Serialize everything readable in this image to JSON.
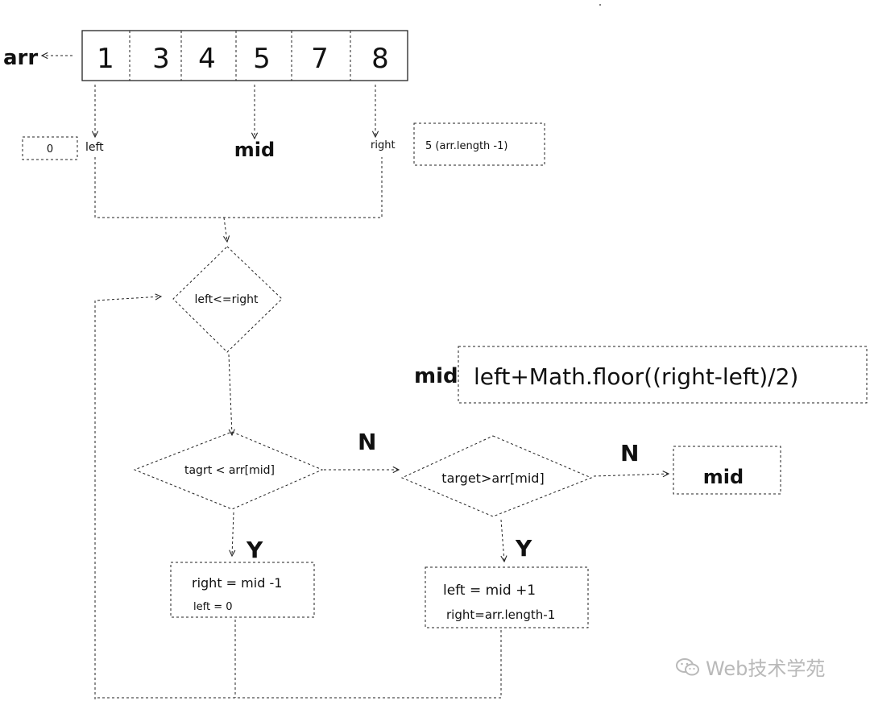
{
  "array": {
    "label": "arr",
    "values": [
      "1",
      "3",
      "4",
      "5",
      "7",
      "8"
    ]
  },
  "pointers": {
    "left": "left",
    "mid": "mid",
    "right": "right",
    "left_value": "0",
    "right_value": "5 (arr.length -1)"
  },
  "formula": {
    "label": "mid",
    "expression": "left+Math.floor((right-left)/2)"
  },
  "nodes": {
    "loop_condition": "left<=right",
    "less_check": "tagrt < arr[mid]",
    "greater_check": "target>arr[mid]",
    "result": "mid",
    "less_action_line1": "right = mid -1",
    "less_action_line2": "left = 0",
    "greater_action_line1": "left = mid +1",
    "greater_action_line2": "right=arr.length-1"
  },
  "branch_labels": {
    "no_1": "N",
    "yes_1": "Y",
    "no_2": "N",
    "yes_2": "Y"
  },
  "watermark": {
    "text": "Web技术学苑",
    "icon": "wechat-icon"
  },
  "colors": {
    "stroke": "#222222",
    "watermark": "#b9b9b9"
  }
}
